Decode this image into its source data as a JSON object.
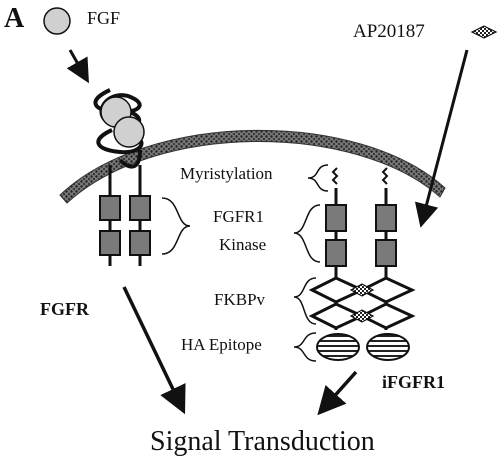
{
  "panel_letter": "A",
  "ligands": {
    "fgf_label": "FGF",
    "dimerizer_label": "AP20187"
  },
  "annotations": {
    "myristylation": "Myristylation",
    "kinase_line1": "FGFR1",
    "kinase_line2": "Kinase",
    "fkbpv": "FKBPv",
    "ha_epitope": "HA Epitope"
  },
  "receptors": {
    "native": "FGFR",
    "inducible": "iFGFR1"
  },
  "outcome": "Signal Transduction",
  "colors": {
    "membrane": "#555555",
    "kinase_box": "#7a7a7a",
    "ligand_circle": "#d0d0d0",
    "line": "#111111"
  }
}
